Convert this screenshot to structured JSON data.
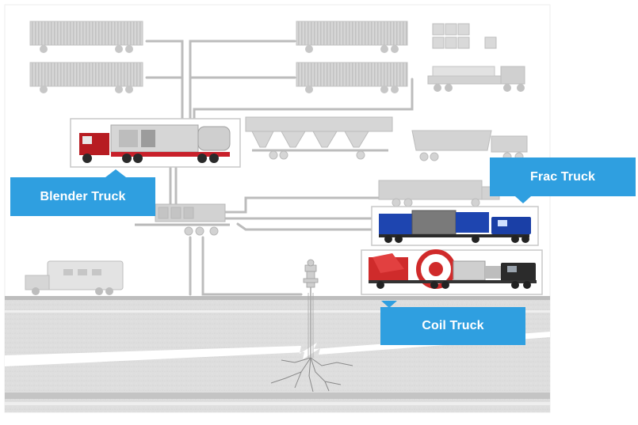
{
  "labels": {
    "blender": "Blender Truck",
    "frac": "Frac Truck",
    "coil": "Coil Truck"
  },
  "colors": {
    "label_bg": "#2f9fe0",
    "label_text": "#ffffff",
    "equipment_gray": "#c8c8c8",
    "pipe_gray": "#bdbdbd",
    "ground": "#dcdcdc",
    "highlight_red": "#c8202a",
    "highlight_blue": "#1c3fa8"
  }
}
